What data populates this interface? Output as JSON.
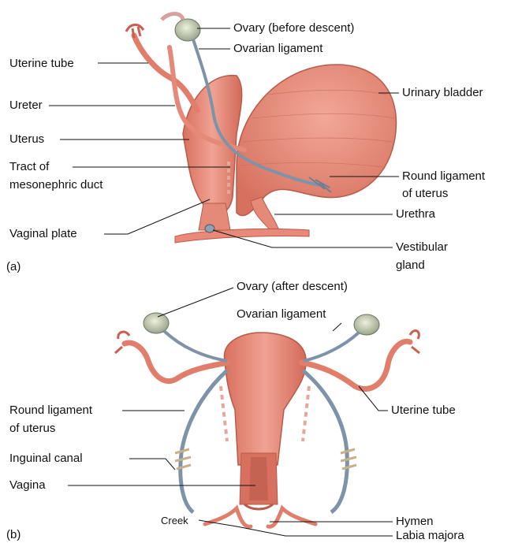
{
  "panel_a": {
    "tag": "(a)",
    "labels": {
      "ovary_before": "Ovary (before descent)",
      "ovarian_ligament": "Ovarian ligament",
      "uterine_tube": "Uterine tube",
      "urinary_bladder": "Urinary bladder",
      "ureter": "Ureter",
      "uterus": "Uterus",
      "tract_line1": "Tract of",
      "tract_line2": "mesonephric duct",
      "round_lig_line1": "Round ligament",
      "round_lig_line2": "of uterus",
      "urethra": "Urethra",
      "vaginal_plate": "Vaginal plate",
      "vestibular_line1": "Vestibular",
      "vestibular_line2": "gland"
    }
  },
  "panel_b": {
    "tag": "(b)",
    "labels": {
      "ovary_after": "Ovary (after descent)",
      "ovarian_ligament": "Ovarian ligament",
      "round_lig_line1": "Round ligament",
      "round_lig_line2": "of uterus",
      "uterine_tube": "Uterine tube",
      "inguinal_canal": "Inguinal canal",
      "vagina": "Vagina",
      "hymen": "Hymen",
      "creek": "Creek",
      "labia_majora": "Labia majora"
    }
  },
  "colors": {
    "tissue": "#e8897a",
    "tissue_dark": "#c9604f",
    "tissue_light": "#f4b3a6",
    "ligament": "#7f93a8",
    "ovary": "#c9d1b8",
    "leader": "#111111"
  }
}
